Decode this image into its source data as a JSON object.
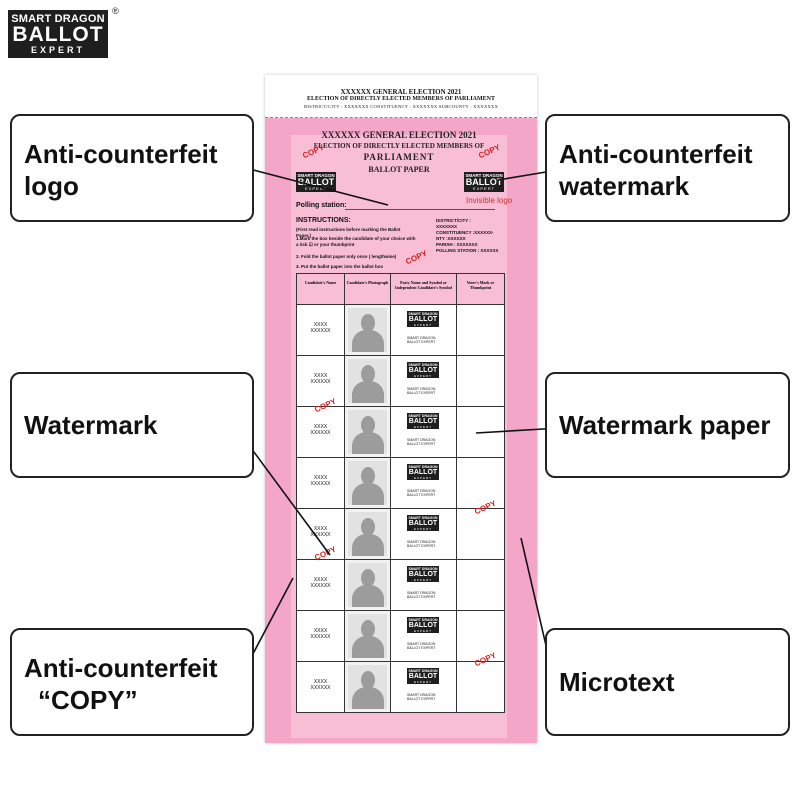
{
  "brand": {
    "line1": "SMART DRAGON",
    "line2": "BALLOT",
    "line3": "EXPERT",
    "reg": "®"
  },
  "callouts": {
    "anti_logo": [
      "Anti-counterfeit",
      "logo"
    ],
    "anti_watermark": [
      "Anti-counterfeit",
      "watermark"
    ],
    "watermark": "Watermark",
    "watermark_paper": "Watermark paper",
    "anti_copy": [
      "Anti-counterfeit",
      "“COPY”"
    ],
    "microtext": "Microtext"
  },
  "stub": {
    "line1": "XXXXXX GENERAL ELECTION 2021",
    "line2": "ELECTION OF DIRECTLY ELECTED MEMBERS OF PARLIAMENT",
    "line3": "DISTRICT/CITY : XXXXXXX    CONSTITUENCY : XXXXXXX    SUBCOUNTY : XXXXXXX"
  },
  "ballot": {
    "title1": "XXXXXX GENERAL ELECTION 2021",
    "title2": "ELECTION OF DIRECTLY ELECTED MEMBERS OF",
    "title3": "PARLIAMENT",
    "title4": "BALLOT PAPER",
    "invisible_logo": "Invisible logo",
    "polling_station": "Polling station:",
    "instructions_heading": "INSTRUCTIONS:",
    "instr0": "(First read instructions before marking the Ballot Paper.)",
    "instr1": "1.Mark the box beside the candidate of your choice with a tick ☑ or your thumbprint",
    "instr2": "2. Fold the ballot paper only once ( lengthwise)",
    "instr3": "3. Put the ballot paper into the ballot box",
    "district_lines": [
      "DISTRICT/CITY :",
      "XXXXXXX",
      "CONSTITUENCY :XXXXXX-",
      "NTY :XXXXXX",
      "PARISH : XXXXXXX",
      "POLLING STATION : XXXXXX"
    ],
    "copy": "COPY",
    "headers": [
      "Candidate's Name",
      "Candidate's Photograph",
      "Party Name and Symbol or Independent Candidate's Symbol",
      "Voter's Mark or Thumbprint"
    ],
    "candidate_line1": "XXXX",
    "candidate_line2": "XXXXXX",
    "party_text1": "SMART DRAGON",
    "party_text2": "BALLOT EXPERT"
  }
}
